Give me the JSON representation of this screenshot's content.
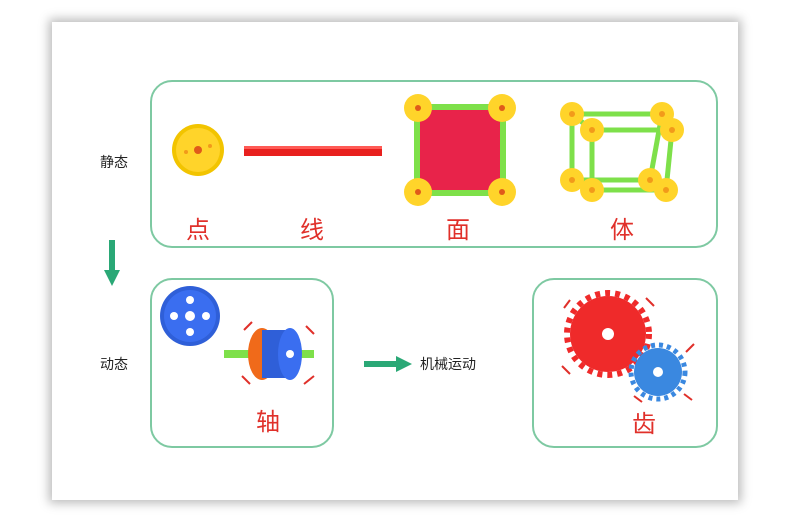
{
  "labels": {
    "static": "静态",
    "dynamic": "动态",
    "mechanical_motion": "机械运动"
  },
  "static_items": [
    "点",
    "线",
    "面",
    "体"
  ],
  "dynamic_items": {
    "axle": "轴",
    "gear": "齿"
  },
  "colors": {
    "panel_border": "#7ec9a2",
    "arrow_green": "#2aa876",
    "label_red": "#e0302a"
  }
}
